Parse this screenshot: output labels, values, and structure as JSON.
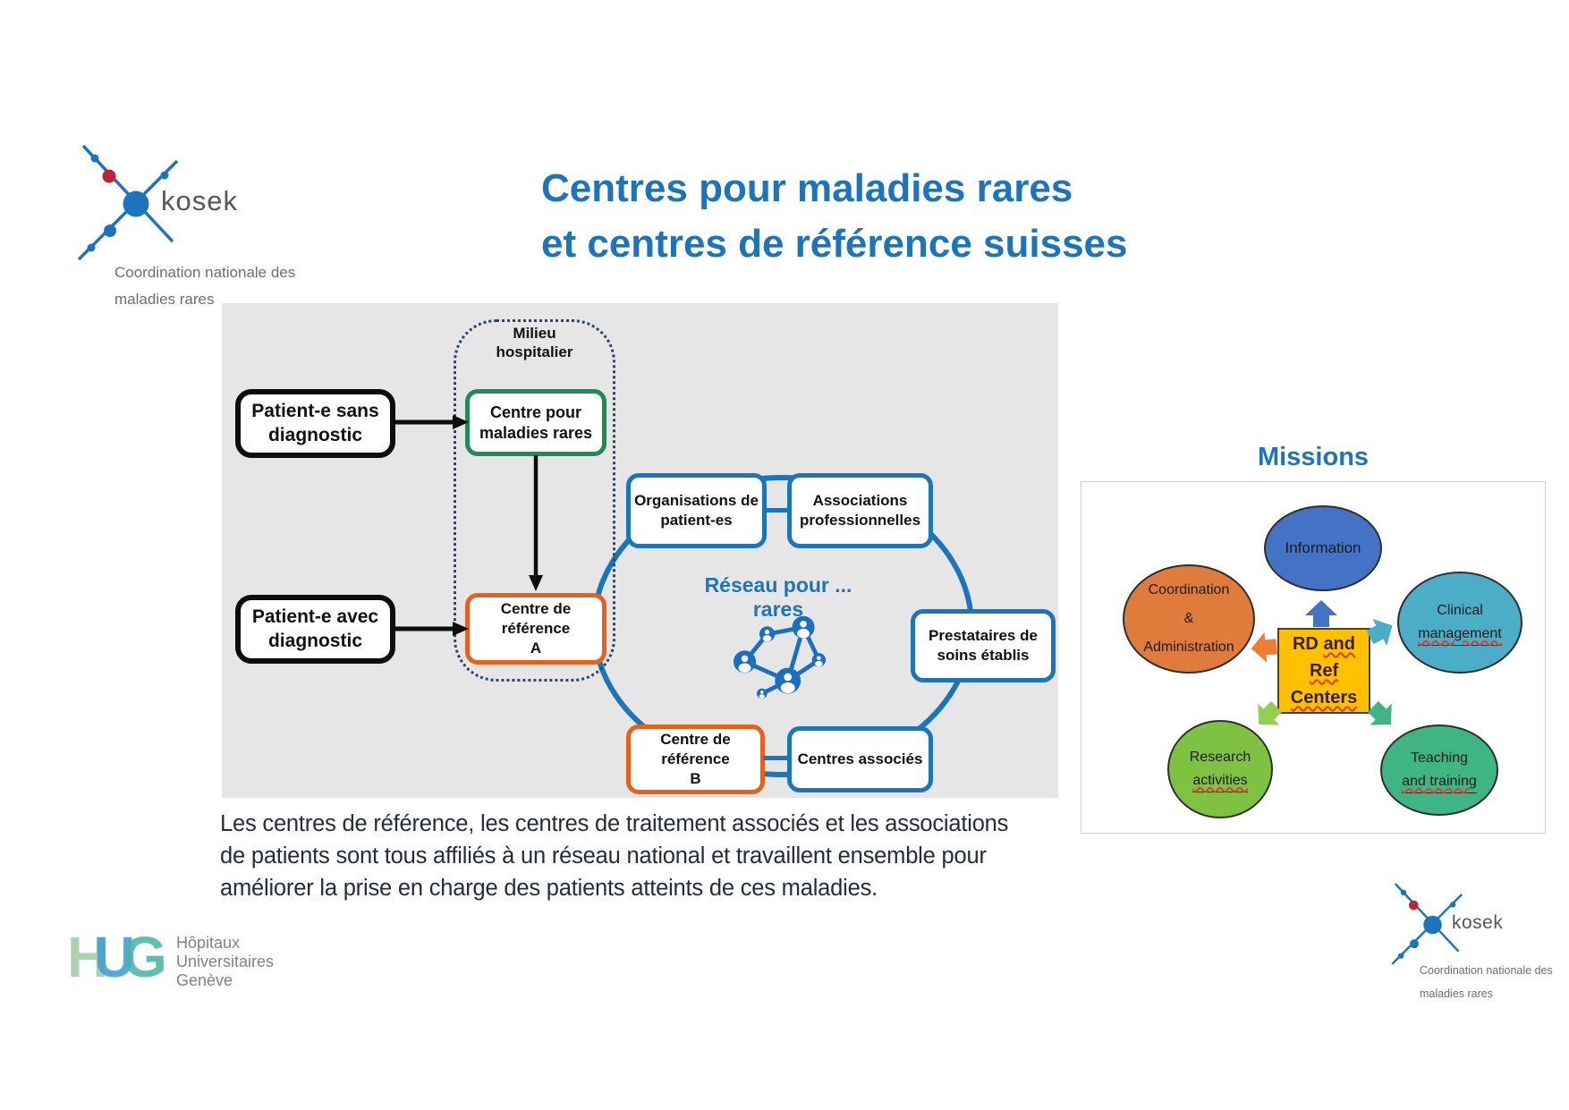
{
  "logo_kosek": {
    "word": "kosek",
    "subtitle": "Coordination nationale des\nmaladies rares"
  },
  "title": {
    "line1": "Centres pour maladies rares",
    "line2": "et centres de référence suisses"
  },
  "flow": {
    "milieu": "Milieu\nhospitalier",
    "patient_sans": "Patient-e sans\ndiagnostic",
    "patient_avec": "Patient-e avec\ndiagnostic",
    "centre_maladies_rares": "Centre pour\nmaladies rares",
    "centre_reference_a": "Centre de\nréférence\nA",
    "centre_reference_b": "Centre de\nréférence\nB",
    "organisations": "Organisations de\npatient-es",
    "associations": "Associations\nprofessionnelles",
    "prestataires": "Prestataires de\nsoins établis",
    "centres_associes": "Centres associés",
    "reseau": "Réseau pour ... rares"
  },
  "caption": {
    "lines": [
      "Les centres de référence, les centres de traitement associés et les associations",
      "de patients sont tous affiliés à un réseau national et travaillent ensemble pour",
      "améliorer la prise en charge des patients atteints de ces maladies."
    ]
  },
  "missions": {
    "title": "Missions",
    "information": "Information",
    "coordination": "Coordination\n&\nAdministration",
    "clinical_line1": "Clinical",
    "clinical_line2": "management",
    "rd_word1": "RD ",
    "rd_word2": "and",
    "rd_line2": "Ref",
    "rd_line3": "Centers",
    "research_line1": "Research",
    "research_line2": "activities",
    "teaching_line1": "Teaching",
    "teaching_line2": "and training"
  },
  "hug": {
    "letter_h": "H",
    "letter_u": "U",
    "letter_g": "G",
    "name": "Hôpitaux\nUniversitaires\nGenève"
  },
  "colors": {
    "title_blue": "#1B75BC",
    "panel_gray": "#E6E6E6",
    "green_border": "#1E8C55",
    "orange_border": "#E8611B",
    "blue_border": "#1B75BC",
    "dashed_navy": "#24476F",
    "info_blue": "#4472C4",
    "coordination_orange": "#DF7C3B",
    "clinical_teal": "#4BAEC6",
    "research_green": "#7FC241",
    "teaching_green": "#3FB583",
    "rd_yellow": "#FFC000",
    "kosek_red": "#C3223B",
    "squiggle_red": "#E03C31"
  }
}
